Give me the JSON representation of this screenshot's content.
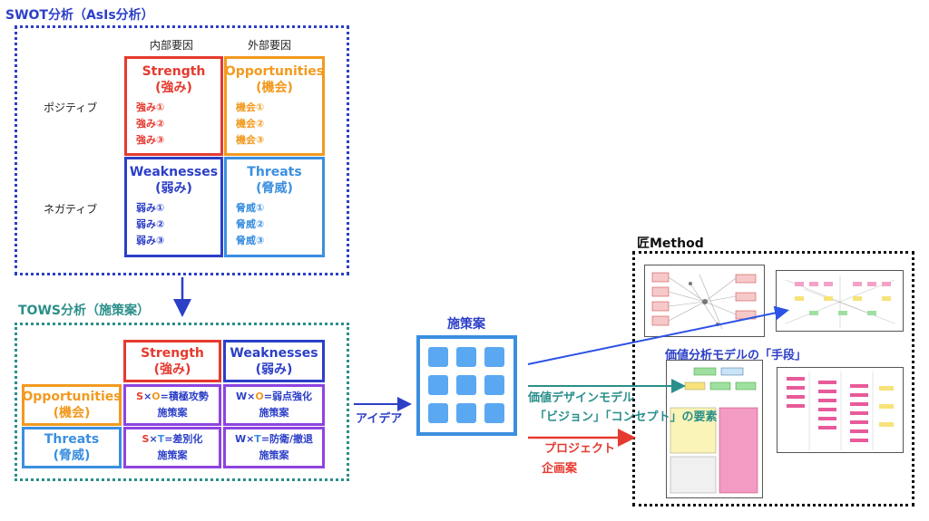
{
  "swot": {
    "title": "SWOT分析（AsIs分析）",
    "col_internal": "内部要因",
    "col_external": "外部要因",
    "row_positive": "ポジティブ",
    "row_negative": "ネガティブ",
    "strength": {
      "title": "Strength",
      "sub": "(強み)",
      "items": [
        "強み①",
        "強み②",
        "強み③"
      ]
    },
    "opportunities": {
      "title": "Opportunities",
      "sub": "(機会)",
      "items": [
        "機会①",
        "機会②",
        "機会③"
      ]
    },
    "weaknesses": {
      "title": "Weaknesses",
      "sub": "(弱み)",
      "items": [
        "弱み①",
        "弱み②",
        "弱み③"
      ]
    },
    "threats": {
      "title": "Threats",
      "sub": "(脅威)",
      "items": [
        "脅威①",
        "脅威②",
        "脅威③"
      ]
    }
  },
  "tows": {
    "title": "TOWS分析（施策案）",
    "strength": {
      "title": "Strength",
      "sub": "(強み)"
    },
    "weaknesses": {
      "title": "Weaknesses",
      "sub": "(弱み)"
    },
    "opportunities": {
      "title": "Opportunities",
      "sub": "(機会)"
    },
    "threats": {
      "title": "Threats",
      "sub": "(脅威)"
    },
    "so": {
      "letter1": "S",
      "op": "×",
      "letter2": "O",
      "rest": "=積極攻勢",
      "sub": "施策案"
    },
    "wo": {
      "letter1": "W",
      "op": "×",
      "letter2": "O",
      "rest": "=弱点強化",
      "sub": "施策案"
    },
    "st": {
      "letter1": "S",
      "op": "×",
      "letter2": "T",
      "rest": "=差別化",
      "sub": "施策案"
    },
    "wt": {
      "letter1": "W",
      "op": "×",
      "letter2": "T",
      "rest": "=防衛/撤退",
      "sub": "施策案"
    }
  },
  "idea_label": "アイデア",
  "measures": {
    "title": "施策案"
  },
  "outputs": {
    "value_analysis": "価値分析モデルの「手段」",
    "value_design_line1": "価値デザインモデル",
    "value_design_line2": "「ビジョン」「コンセプト」の要素",
    "project_line1": "プロジェクト",
    "project_line2": "企画案"
  },
  "takumi": {
    "title": "匠Method"
  },
  "colors": {
    "red": "#e53a2f",
    "orange": "#f29a1f",
    "navy": "#2c3fc7",
    "blue": "#3b8fe0",
    "teal": "#2a8f8a",
    "purple": "#8e44e0",
    "tile": "#5aa8f2"
  }
}
